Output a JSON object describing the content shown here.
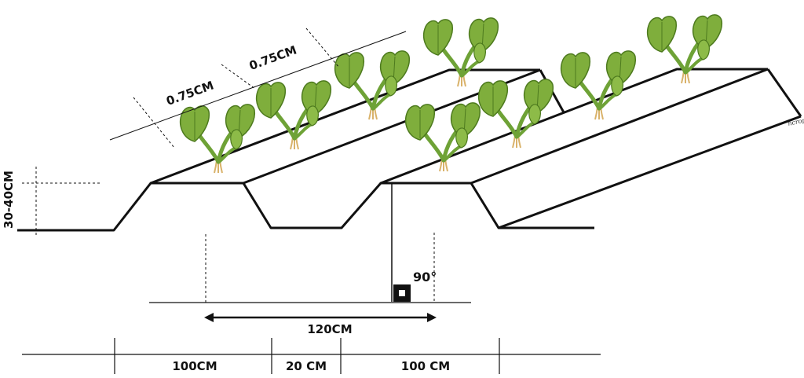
{
  "labels": {
    "spacing_1": "0.75CM",
    "spacing_2": "0.75CM",
    "height": "30-40CM",
    "angle": "90°",
    "width_120": "120CM",
    "bed_1": "100CM",
    "furrow": "20 CM",
    "bed_2": "100 CM"
  },
  "signature": "ncrop",
  "colors": {
    "line": "#111111",
    "leaf": "#7fae3c",
    "leaf_dark": "#4d7a1e",
    "stem": "#6ea236",
    "root": "#d9b26a"
  }
}
